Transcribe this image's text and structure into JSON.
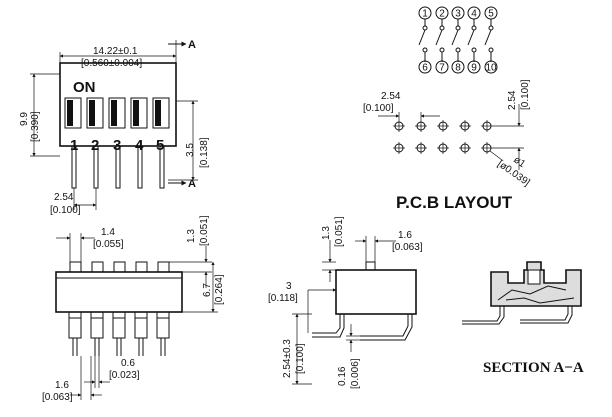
{
  "top_view": {
    "on_label": "ON",
    "switch_numbers": [
      "1",
      "2",
      "3",
      "4",
      "5"
    ],
    "width_dim": "14.22±0.1",
    "width_dim_in": "[0.560±0.004]",
    "height_dim": "9.9",
    "height_dim_in": "[0.390]",
    "pin_offset_dim": "3.5",
    "pin_offset_dim_in": "[0.138]",
    "pitch_dim": "2.54",
    "pitch_dim_in": "[0.100]",
    "section_marker": "A"
  },
  "front_view": {
    "actuator_dim": "1.4",
    "actuator_dim_in": "[0.055]",
    "actuator_height_dim": "1.3",
    "actuator_height_dim_in": "[0.051]",
    "body_height_dim": "6.7",
    "body_height_dim_in": "[0.264]",
    "pin_width_dim": "0.6",
    "pin_width_dim_in": "[0.023]",
    "pin_gap_dim": "1.6",
    "pin_gap_dim_in": "[0.063]"
  },
  "side_view": {
    "top_dim": "1.3",
    "top_dim_in": "[0.051]",
    "knob_dim": "1.6",
    "knob_dim_in": "[0.063]",
    "offset_dim": "3",
    "offset_dim_in": "[0.118]",
    "lead_dim": "2.54±0.3",
    "lead_dim_in": "[0.100]",
    "thick_dim": "0.16",
    "thick_dim_in": "[0.006]"
  },
  "schematic": {
    "top_pins": [
      "1",
      "2",
      "3",
      "4",
      "5"
    ],
    "bottom_pins": [
      "6",
      "7",
      "8",
      "9",
      "10"
    ]
  },
  "pcb_layout": {
    "title": "P.C.B LAYOUT",
    "pitch_h": "2.54",
    "pitch_h_in": "[0.100]",
    "pitch_v": "2.54",
    "pitch_v_in": "[0.100]",
    "hole_dim": "ø1",
    "hole_dim_in": "[ø0.039]"
  },
  "section": {
    "label": "SECTION  A−A"
  }
}
